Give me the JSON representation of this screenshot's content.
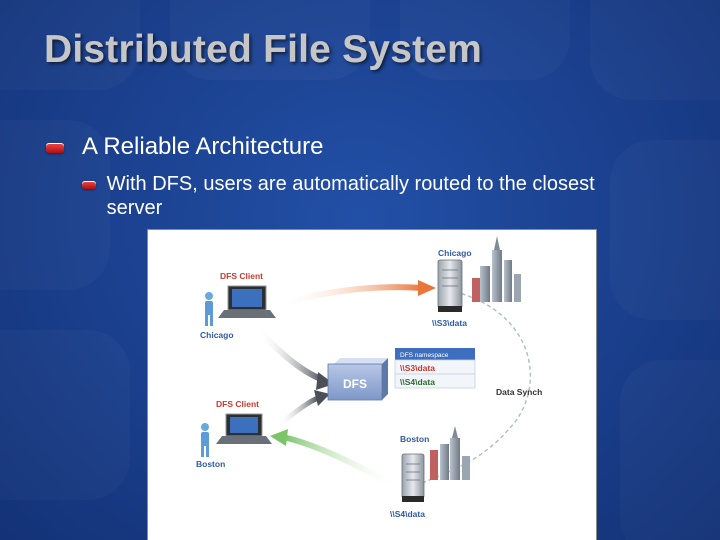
{
  "slide": {
    "title": "Distributed File System",
    "bullet_level1": "A Reliable Architecture",
    "bullet_level2": "With DFS, users are automatically routed to the closest server"
  },
  "diagram": {
    "chicago_city": "Chicago",
    "chicago_share": "\\\\S3\\data",
    "dfs_client_top": "DFS Client",
    "chicago_client": "Chicago",
    "dfs_box": "DFS",
    "namespace_header": "DFS namespace",
    "namespace_row1": "\\\\S3\\data",
    "namespace_row2": "\\\\S4\\data",
    "data_synch": "Data Synch",
    "dfs_client_bottom": "DFS Client",
    "boston_client": "Boston",
    "boston_city": "Boston",
    "boston_share": "\\\\S4\\data"
  },
  "colors": {
    "background": "#1f4a9a",
    "title": "#c6c6c6",
    "label_red": "#c8392e",
    "label_blue": "#2f5aa8",
    "arrow_orange": "#e9763a",
    "arrow_green": "#7cc46a"
  }
}
